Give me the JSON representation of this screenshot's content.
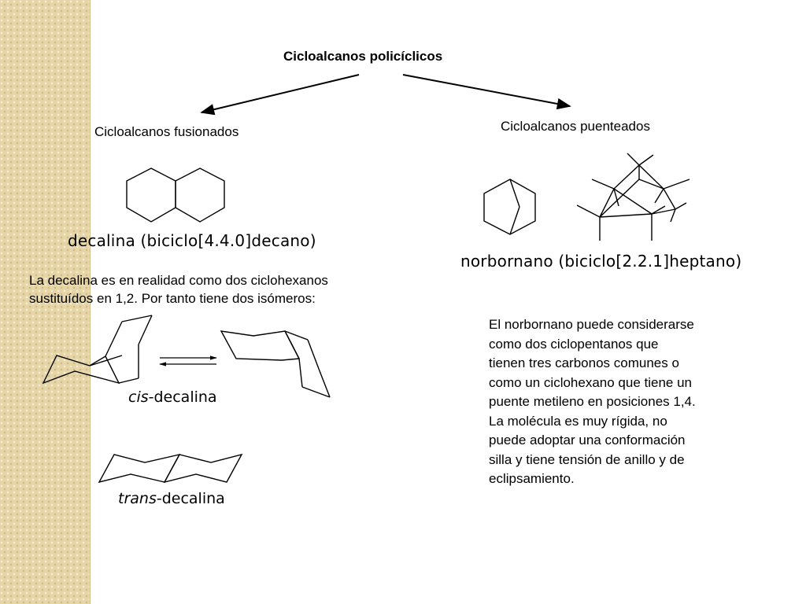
{
  "title": "Cicloalcanos policíclicos",
  "branches": {
    "fused": "Cicloalcanos fusionados",
    "bridged": "Cicloalcanos puenteados"
  },
  "decalin": {
    "name": "decalina (biciclo[4.4.0]decano)",
    "description": [
      "La decalina es en realidad como dos ciclohexanos",
      "sustituídos en 1,2. Por tanto tiene dos isómeros:"
    ],
    "cis_prefix": "cis",
    "cis_suffix": "-decalina",
    "trans_prefix": "trans",
    "trans_suffix": "-decalina"
  },
  "norbornane": {
    "name": "norbornano (biciclo[2.2.1]heptano)",
    "description": [
      "El norbornano puede considerarse",
      "como dos ciclopentanos que",
      "tienen tres carbonos comunes o",
      "como un ciclohexano que tiene un",
      "puente metileno en posiciones 1,4.",
      "La molécula es muy rígida, no",
      "puede adoptar una conformación",
      "silla y tiene tensión de anillo y de",
      "eclipsamiento."
    ]
  },
  "colors": {
    "sidebar": "#e6d6a7",
    "stroke": "#000000"
  }
}
